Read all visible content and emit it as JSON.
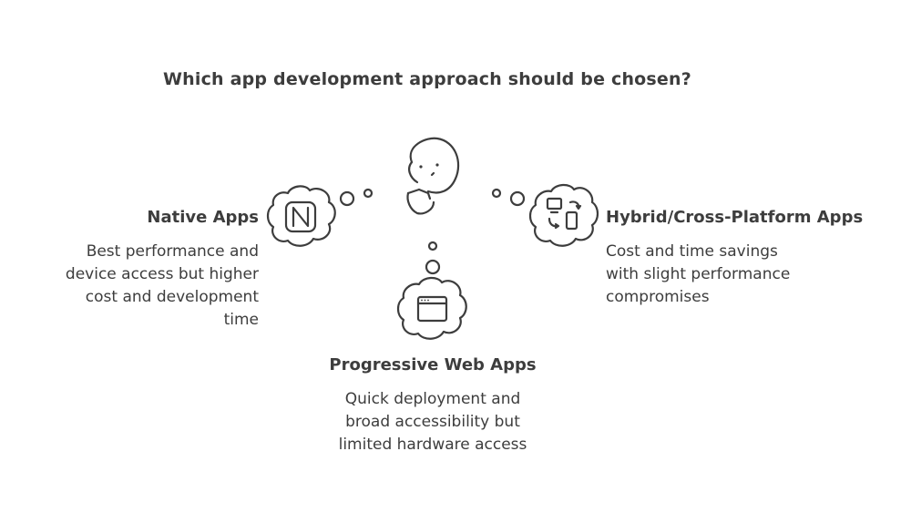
{
  "title": "Which app development approach should be chosen?",
  "options": {
    "native": {
      "heading": "Native Apps",
      "description_lines": [
        "Best performance and",
        "device access but higher",
        "cost and development",
        "time"
      ],
      "icon": "native-app-icon"
    },
    "hybrid": {
      "heading": "Hybrid/Cross-Platform Apps",
      "description_lines": [
        "Cost and time savings",
        "with slight performance",
        "compromises"
      ],
      "icon": "cross-platform-devices-icon"
    },
    "pwa": {
      "heading": "Progressive Web Apps",
      "description_lines": [
        "Quick deployment and",
        "broad accessibility but",
        "limited hardware access"
      ],
      "icon": "browser-window-icon"
    }
  },
  "center_icon": "thinking-face-icon",
  "colors": {
    "stroke": "#3d3d3d",
    "text": "#3d3d3d",
    "background": "#ffffff"
  }
}
